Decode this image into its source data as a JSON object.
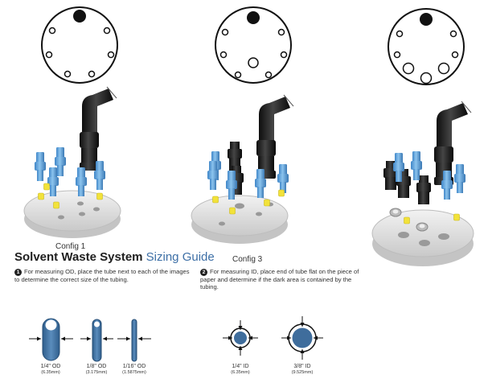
{
  "configs": [
    {
      "label": "Config 1"
    },
    {
      "label": "Config 3"
    }
  ],
  "guide": {
    "title_main": "Solvent Waste System",
    "title_accent": "Sizing Guide",
    "step1": {
      "number": "1",
      "text": "For measuring OD, place the tube next to each of the images to determine the correct size of the tubing."
    },
    "step2": {
      "number": "2",
      "text": "For measuring ID, place end of tube flat on the piece of paper and determine if the dark area is contained by the tubing."
    }
  },
  "od_sizes": [
    {
      "size": "1/4\" OD",
      "metric": "(6.35mm)"
    },
    {
      "size": "1/8\" OD",
      "metric": "(3.175mm)"
    },
    {
      "size": "1/16\" OD",
      "metric": "(1.5875mm)"
    }
  ],
  "id_sizes": [
    {
      "size": "1/4\" ID",
      "metric": "(6.35mm)"
    },
    {
      "size": "3/8\" ID",
      "metric": "(9.525mm)"
    }
  ],
  "colors": {
    "tube_blue": "#3f6d9c",
    "fitting_blue": "#5b9fd6",
    "cap_yellow": "#f2e23a",
    "accent": "#3d6fa6"
  }
}
